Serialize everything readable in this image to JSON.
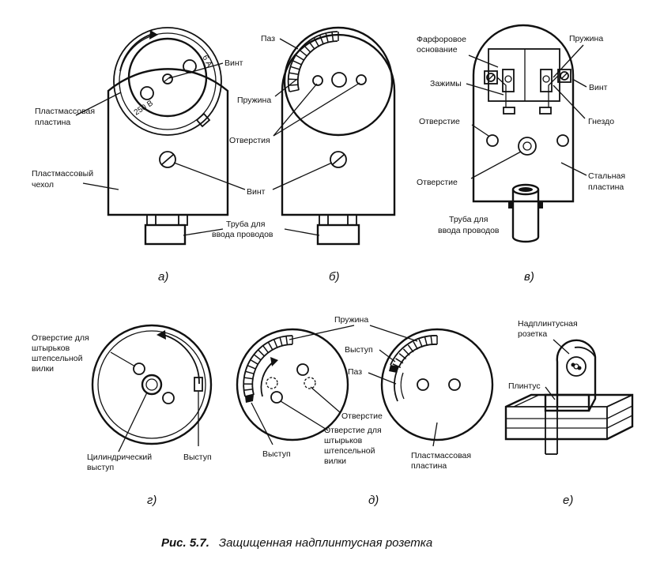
{
  "labels": {
    "a_plastic_plate": [
      "Пластмассовая",
      "пластина"
    ],
    "a_screw": "Винт",
    "a_plastic_cover": [
      "Пластмассовый",
      "чехол"
    ],
    "a_rating_current": "6 А",
    "a_rating_voltage": "250 В",
    "b_slot": "Паз",
    "b_spring": "Пружина",
    "b_holes": "Отверстия",
    "ab_screw": "Винт",
    "ab_tube": [
      "Труба для",
      "ввода проводов"
    ],
    "v_porcelain": [
      "Фарфоровое",
      "основание"
    ],
    "v_spring": "Пружина",
    "v_clamps": "Зажимы",
    "v_screw": "Винт",
    "v_socket": "Гнездо",
    "v_hole1": "Отверстие",
    "v_hole2": "Отверстие",
    "v_steel_plate": [
      "Стальная",
      "пластина"
    ],
    "v_tube": [
      "Труба для",
      "ввода проводов"
    ],
    "g_hole": [
      "Отверстие для",
      "штырьков",
      "штепсельной",
      "вилки"
    ],
    "g_cyl": [
      "Цилиндрический",
      "выступ"
    ],
    "g_protrusion": "Выступ",
    "d_spring": "Пружина",
    "d_protrusion_top": "Выступ",
    "d_slot": "Паз",
    "d_hole": "Отверстие",
    "d_protrusion": "Выступ",
    "d_pin_hole": [
      "Отверстие для",
      "штырьков",
      "штепсельной",
      "вилки"
    ],
    "d_plastic_plate": [
      "Пластмассовая",
      "пластина"
    ],
    "e_socket": [
      "Надплинтусная",
      "розетка"
    ],
    "e_plinth": "Плинтус"
  },
  "subfigures": {
    "a": "а)",
    "b": "б)",
    "v": "в)",
    "g": "г)",
    "d": "д)",
    "e": "е)"
  },
  "caption": {
    "number": "Рис. 5.7.",
    "text": "Защищенная надплинтусная розетка"
  }
}
